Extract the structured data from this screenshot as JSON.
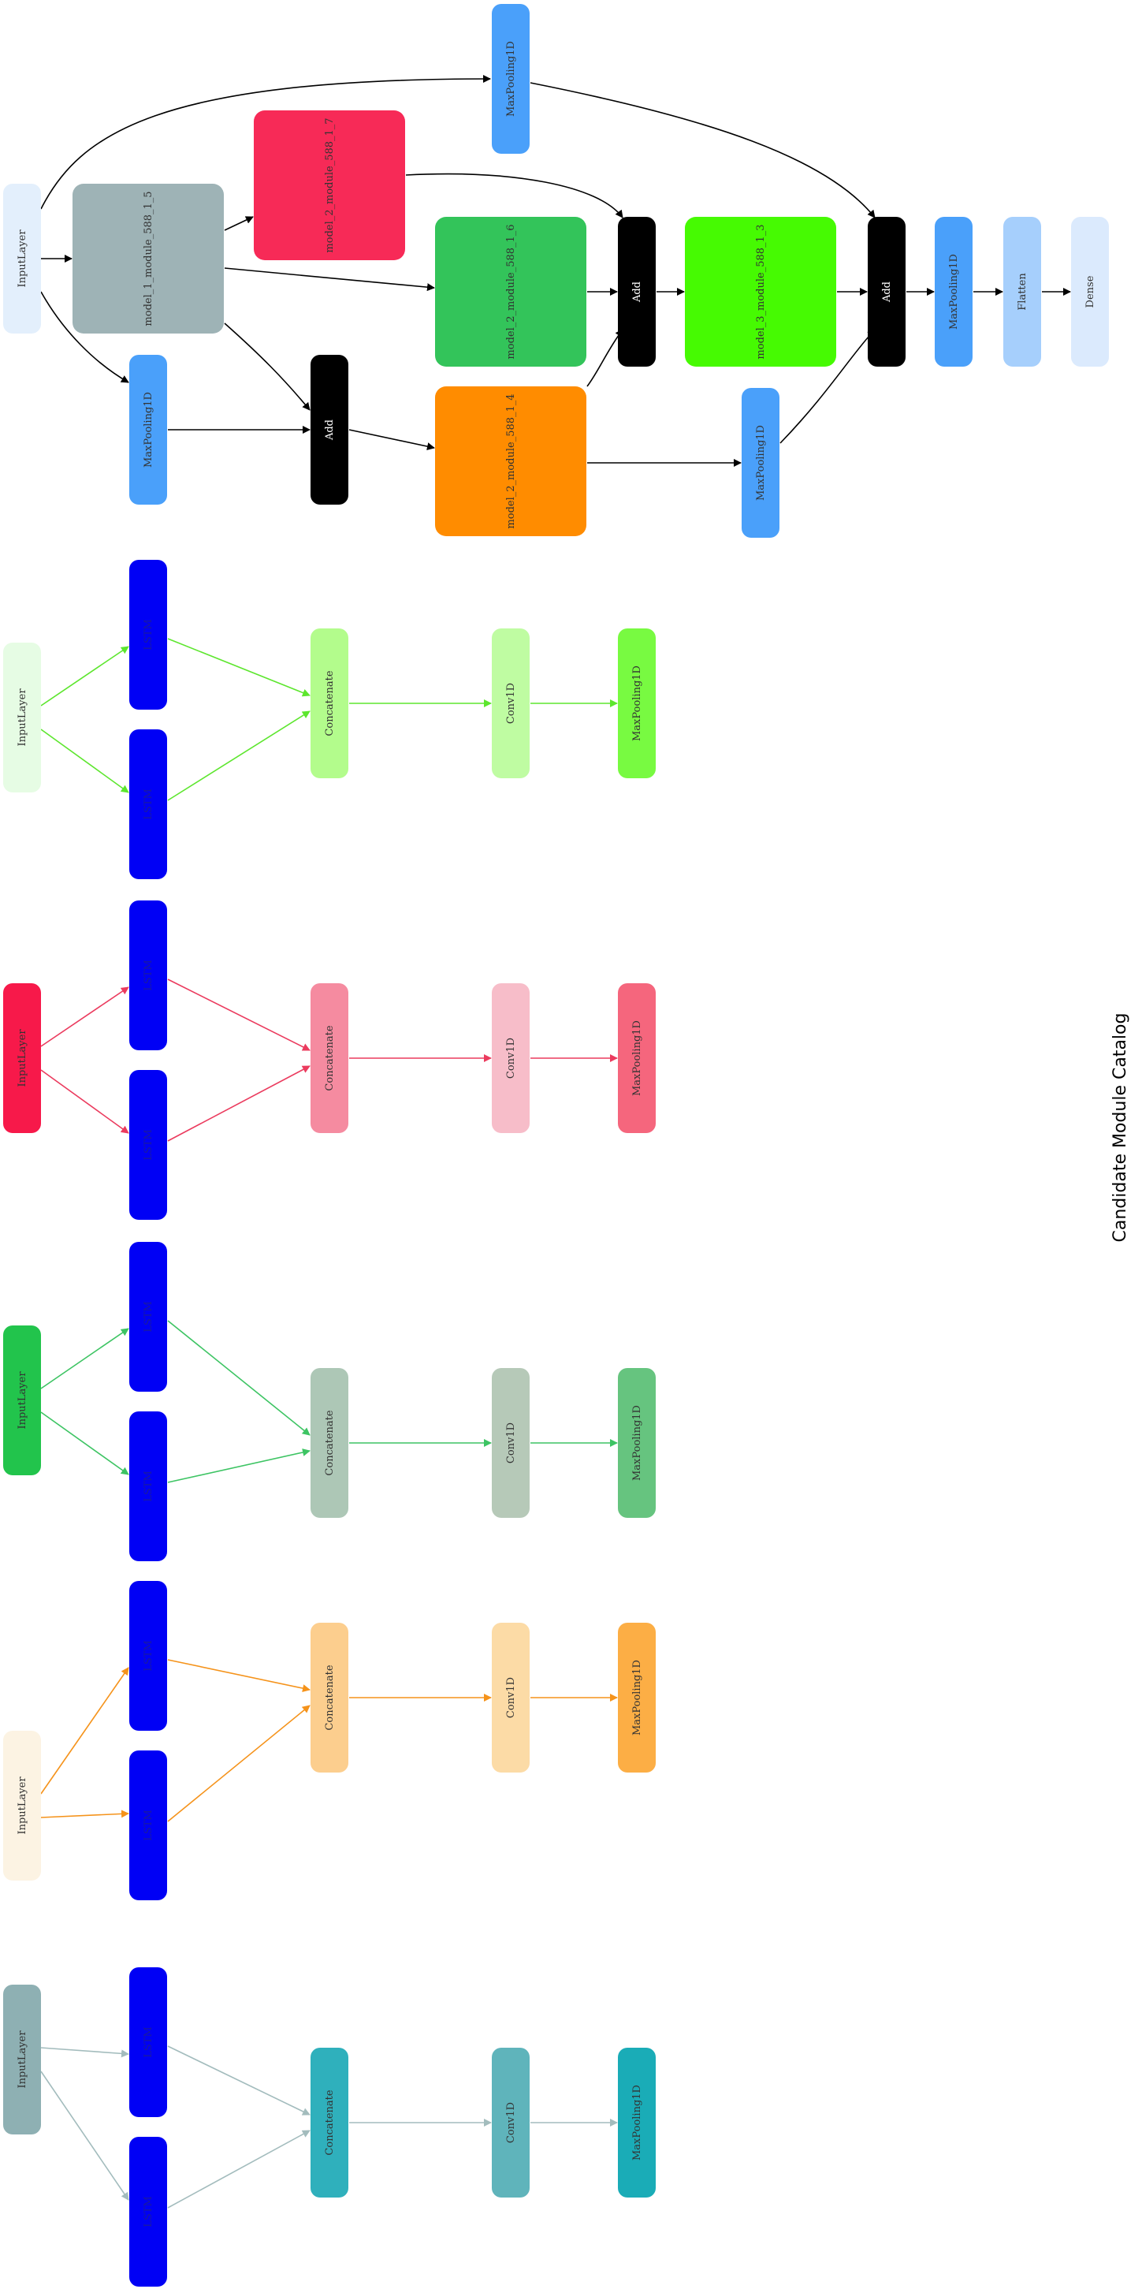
{
  "title": "Candidate Module Catalog",
  "top_graph": {
    "nodes": {
      "input": {
        "label": "InputLayer",
        "color": "#e3effc",
        "text_color": "#333333"
      },
      "module_5": {
        "label": "model_1_module_588_1_5",
        "color": "#9eb3b6",
        "text_color": "#333333"
      },
      "module_7": {
        "label": "model_2_module_588_1_7",
        "color": "#f72a57",
        "text_color": "#333333"
      },
      "module_6": {
        "label": "model_2_module_588_1_6",
        "color": "#33c45a",
        "text_color": "#333333"
      },
      "module_4": {
        "label": "model_2_module_588_1_4",
        "color": "#ff8c00",
        "text_color": "#333333"
      },
      "module_3": {
        "label": "model_3_module_588_1_3",
        "color": "#46fa02",
        "text_color": "#333333"
      },
      "maxpool_a": {
        "label": "MaxPooling1D",
        "color": "#4aa0fa",
        "text_color": "#333333"
      },
      "maxpool_b": {
        "label": "MaxPooling1D",
        "color": "#4aa0fa",
        "text_color": "#333333"
      },
      "maxpool_c": {
        "label": "MaxPooling1D",
        "color": "#4aa0fa",
        "text_color": "#333333"
      },
      "maxpool_d": {
        "label": "MaxPooling1D",
        "color": "#4aa0fa",
        "text_color": "#333333"
      },
      "add_1": {
        "label": "Add",
        "color": "#000000",
        "text_color": "#ffffff"
      },
      "add_2": {
        "label": "Add",
        "color": "#000000",
        "text_color": "#ffffff"
      },
      "add_3": {
        "label": "Add",
        "color": "#000000",
        "text_color": "#ffffff"
      },
      "flatten": {
        "label": "Flatten",
        "color": "#a6cffc",
        "text_color": "#333333"
      },
      "dense": {
        "label": "Dense",
        "color": "#dbeafd",
        "text_color": "#333333"
      }
    },
    "edge_color": "#000000"
  },
  "modules": [
    {
      "input": {
        "label": "InputLayer",
        "color": "#e6fce4"
      },
      "lstm": {
        "label": "LSTM",
        "color": "#0000f5"
      },
      "concat": {
        "label": "Concatenate",
        "color": "#b3fc8c"
      },
      "conv": {
        "label": "Conv1D",
        "color": "#bffca2"
      },
      "pool": {
        "label": "MaxPooling1D",
        "color": "#78fa41"
      },
      "edge_color": "#5de62e"
    },
    {
      "input": {
        "label": "InputLayer",
        "color": "#f7194a"
      },
      "lstm": {
        "label": "LSTM",
        "color": "#0000f5"
      },
      "concat": {
        "label": "Concatenate",
        "color": "#f58ba0"
      },
      "conv": {
        "label": "Conv1D",
        "color": "#f7bdc9"
      },
      "pool": {
        "label": "MaxPooling1D",
        "color": "#f5667d"
      },
      "edge_color": "#eb3b5e"
    },
    {
      "input": {
        "label": "InputLayer",
        "color": "#22c44c"
      },
      "lstm": {
        "label": "LSTM",
        "color": "#0000f5"
      },
      "concat": {
        "label": "Concatenate",
        "color": "#adc7b6"
      },
      "conv": {
        "label": "Conv1D",
        "color": "#b6c9b8"
      },
      "pool": {
        "label": "MaxPooling1D",
        "color": "#66c47f"
      },
      "edge_color": "#3dc463"
    },
    {
      "input": {
        "label": "InputLayer",
        "color": "#fcf3e3"
      },
      "lstm": {
        "label": "LSTM",
        "color": "#0000f5"
      },
      "concat": {
        "label": "Concatenate",
        "color": "#fcce8e"
      },
      "conv": {
        "label": "Conv1D",
        "color": "#fcdba6"
      },
      "pool": {
        "label": "MaxPooling1D",
        "color": "#fcae45"
      },
      "edge_color": "#f5931b"
    },
    {
      "input": {
        "label": "InputLayer",
        "color": "#8eb0b3"
      },
      "lstm": {
        "label": "LSTM",
        "color": "#0000f5"
      },
      "concat": {
        "label": "Concatenate",
        "color": "#2fb0bc"
      },
      "conv": {
        "label": "Conv1D",
        "color": "#5fb4bb"
      },
      "pool": {
        "label": "MaxPooling1D",
        "color": "#1aacb7"
      },
      "edge_color": "#a3bcbd"
    }
  ]
}
